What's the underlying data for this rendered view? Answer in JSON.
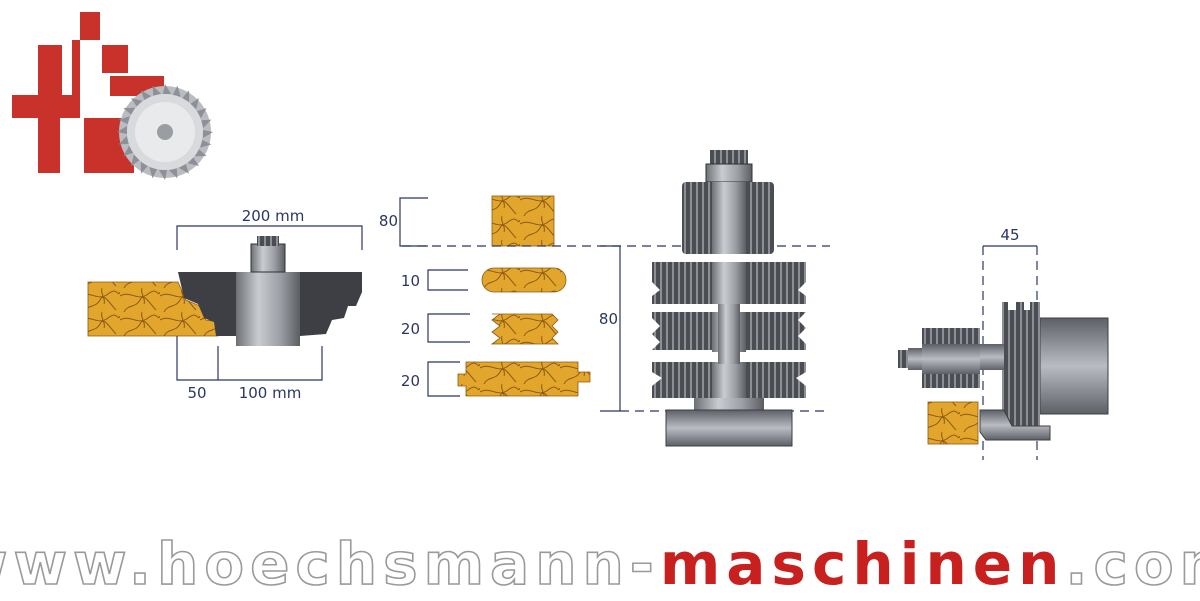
{
  "brand": {
    "logo_color": "#c8322a",
    "url_prefix": "www.hoechsmann-",
    "url_highlight": "maschinen",
    "url_suffix": ".com",
    "text_color": "#ffffff",
    "outline_color": "#9a9a9a",
    "highlight_color": "#c8201e"
  },
  "colors": {
    "cutter_dark": "#3d3f44",
    "steel": "#9fa2a8",
    "wood": "#e3a62d",
    "wood_grain": "#8a5a12",
    "dimension": "#2b3566"
  },
  "diagram_left": {
    "width_label": "200 mm",
    "offset_label": "50",
    "bore_label": "100 mm"
  },
  "diagram_profiles": {
    "labels": [
      "80",
      "10",
      "20",
      "20"
    ]
  },
  "diagram_stack": {
    "height_label": "80"
  },
  "diagram_right": {
    "width_label": "45"
  }
}
